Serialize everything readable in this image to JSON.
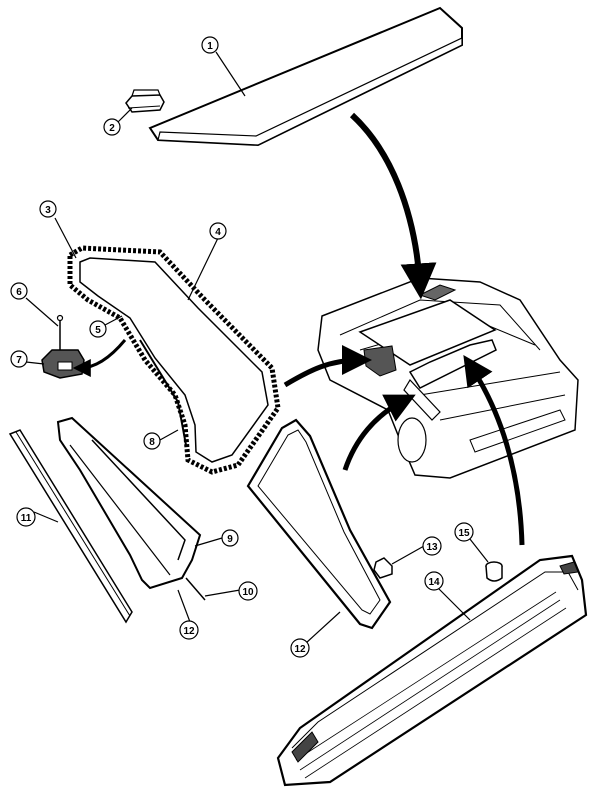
{
  "diagram": {
    "callouts": [
      {
        "id": "c1",
        "label": "1"
      },
      {
        "id": "c2",
        "label": "2"
      },
      {
        "id": "c3",
        "label": "3"
      },
      {
        "id": "c4",
        "label": "4"
      },
      {
        "id": "c5",
        "label": "5"
      },
      {
        "id": "c6",
        "label": "6"
      },
      {
        "id": "c7",
        "label": "7"
      },
      {
        "id": "c8",
        "label": "8"
      },
      {
        "id": "c9",
        "label": "9"
      },
      {
        "id": "c10",
        "label": "10"
      },
      {
        "id": "c11",
        "label": "11"
      },
      {
        "id": "c12a",
        "label": "12"
      },
      {
        "id": "c12b",
        "label": "12"
      },
      {
        "id": "c13",
        "label": "13"
      },
      {
        "id": "c14",
        "label": "14"
      },
      {
        "id": "c15",
        "label": "15"
      }
    ]
  }
}
